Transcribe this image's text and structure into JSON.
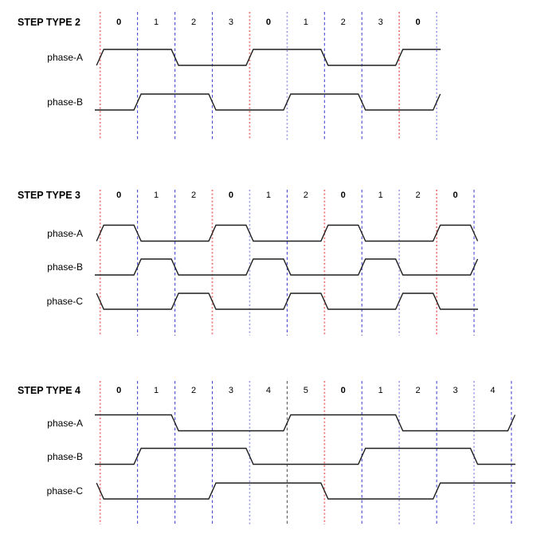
{
  "diagram": {
    "colors": {
      "background": "#ffffff",
      "text": "#000000",
      "waveform": "#1f1f1f",
      "red": "#ec7a7a",
      "blue": "#4848d0",
      "lightblue": "#9a9ae8",
      "black": "#5a5a5a"
    },
    "sections": [
      {
        "title": "STEP TYPE 2",
        "steps": [
          "0",
          "1",
          "2",
          "3",
          "0",
          "1",
          "2",
          "3",
          "0"
        ],
        "boundary_colors": [
          "red",
          "blue",
          "blue",
          "blue",
          "red",
          "lightblue",
          "blue",
          "blue",
          "red",
          "lightblue"
        ],
        "phases": [
          {
            "name": "phase-A",
            "levels": [
              1,
              1,
              0,
              0,
              1,
              1,
              0,
              0,
              1
            ],
            "prev_level": 0,
            "next_level": 1
          },
          {
            "name": "phase-B",
            "levels": [
              0,
              1,
              1,
              0,
              0,
              1,
              1,
              0,
              0
            ],
            "prev_level": 0,
            "next_level": 1
          }
        ]
      },
      {
        "title": "STEP TYPE 3",
        "steps": [
          "0",
          "1",
          "2",
          "0",
          "1",
          "2",
          "0",
          "1",
          "2",
          "0"
        ],
        "boundary_colors": [
          "red",
          "blue",
          "blue",
          "red",
          "lightblue",
          "blue",
          "red",
          "blue",
          "lightblue",
          "red",
          "blue"
        ],
        "phases": [
          {
            "name": "phase-A",
            "levels": [
              1,
              0,
              0,
              1,
              0,
              0,
              1,
              0,
              0,
              1
            ],
            "prev_level": 0,
            "next_level": 0
          },
          {
            "name": "phase-B",
            "levels": [
              0,
              1,
              0,
              0,
              1,
              0,
              0,
              1,
              0,
              0
            ],
            "prev_level": 0,
            "next_level": 1
          },
          {
            "name": "phase-C",
            "levels": [
              0,
              0,
              1,
              0,
              0,
              1,
              0,
              0,
              1,
              0
            ],
            "prev_level": 1,
            "next_level": 0
          }
        ]
      },
      {
        "title": "STEP TYPE 4",
        "steps": [
          "0",
          "1",
          "2",
          "3",
          "4",
          "5",
          "0",
          "1",
          "2",
          "3",
          "4"
        ],
        "boundary_colors": [
          "red",
          "blue",
          "blue",
          "blue",
          "lightblue",
          "black",
          "red",
          "blue",
          "lightblue",
          "blue",
          "lightblue",
          "blue"
        ],
        "phases": [
          {
            "name": "phase-A",
            "levels": [
              1,
              1,
              0,
              0,
              0,
              1,
              1,
              1,
              0,
              0,
              0
            ],
            "prev_level": 1,
            "next_level": 1
          },
          {
            "name": "phase-B",
            "levels": [
              0,
              1,
              1,
              1,
              0,
              0,
              0,
              1,
              1,
              1,
              0
            ],
            "prev_level": 0,
            "next_level": 0
          },
          {
            "name": "phase-C",
            "levels": [
              0,
              0,
              0,
              1,
              1,
              1,
              0,
              0,
              0,
              1,
              1
            ],
            "prev_level": 1,
            "next_level": 1
          }
        ]
      }
    ]
  }
}
